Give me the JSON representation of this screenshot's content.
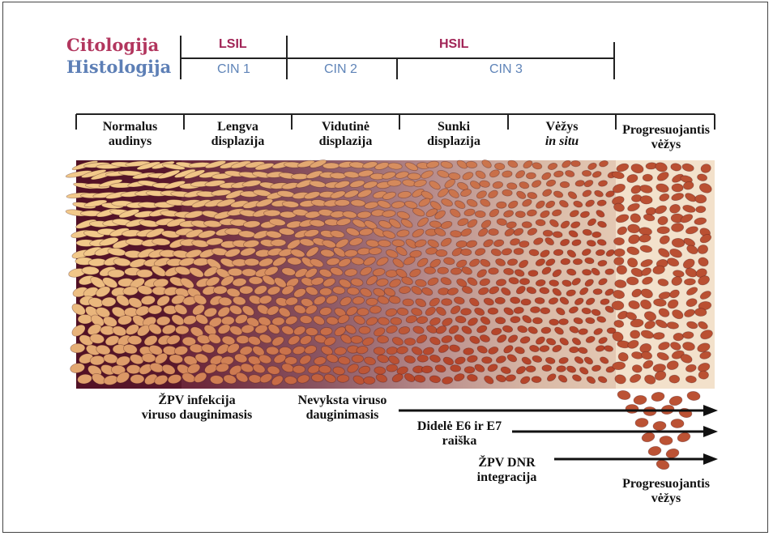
{
  "header": {
    "cytology_label": "Citologija",
    "histology_label": "Histologija"
  },
  "grades": {
    "lsil": "LSIL",
    "hsil": "HSIL",
    "cin1": "CIN 1",
    "cin2": "CIN 2",
    "cin3": "CIN 3"
  },
  "stages": [
    {
      "line1": "Normalus",
      "line2": "audinys",
      "italic2": false
    },
    {
      "line1": "Lengva",
      "line2": "displazija",
      "italic2": false
    },
    {
      "line1": "Vidutinė",
      "line2": "displazija",
      "italic2": false
    },
    {
      "line1": "Sunki",
      "line2": "displazija",
      "italic2": false
    },
    {
      "line1": "Vėžys",
      "line2": "in situ",
      "italic2": true
    },
    {
      "line1": "Progresuojantis",
      "line2": "vėžys",
      "italic2": false
    }
  ],
  "events": {
    "hpv_infection": [
      "ŽPV infekcija",
      "viruso dauginimasis"
    ],
    "abortive": [
      "Nevyksta viruso",
      "dauginimasis"
    ],
    "e6e7": [
      "Didelė E6 ir E7",
      "raiška"
    ],
    "dna_integration": [
      "ŽPV DNR",
      "integracija"
    ],
    "invasive": [
      "Progresuojantis",
      "vėžys"
    ]
  },
  "colors": {
    "cytology": "#b2365e",
    "histology": "#5d7fb6",
    "cell_light": "#f2c98a",
    "cell_dark": "#b5452a"
  }
}
